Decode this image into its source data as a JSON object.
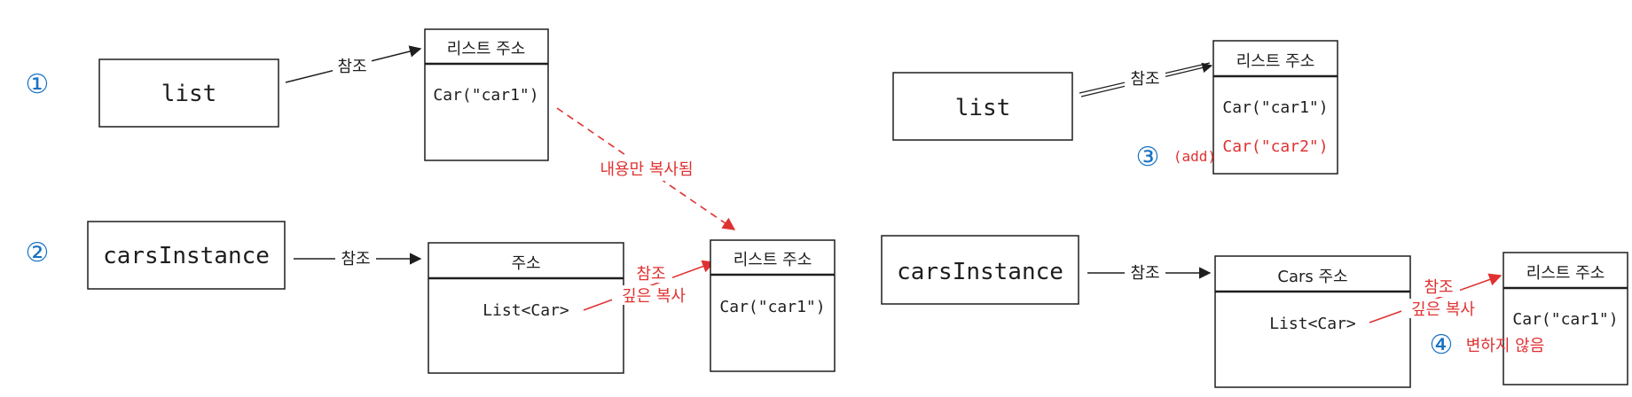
{
  "left": {
    "step1": "①",
    "step2": "②",
    "list_label": "list",
    "cars_label": "carsInstance",
    "ref1": "참조",
    "ref2": "참조",
    "list_box_title": "리스트 주소",
    "list_box_item": "Car(\"car1\")",
    "copied_note": "내용만 복사됨",
    "addr_box_title": "주소",
    "addr_box_item": "List<Car>",
    "deep_ref": "참조",
    "deep_copy": "깊은 복사",
    "copy_box_title": "리스트 주소",
    "copy_box_item": "Car(\"car1\")"
  },
  "right": {
    "list_label": "list",
    "cars_label": "carsInstance",
    "ref1": "참조",
    "ref2": "참조",
    "list_box_title": "리스트 주소",
    "list_box_item1": "Car(\"car1\")",
    "list_box_item2": "Car(\"car2\")",
    "step3": "③",
    "add_note": "(add)",
    "cars_box_title": "Cars 주소",
    "cars_box_item": "List<Car>",
    "deep_ref": "참조",
    "deep_copy": "깊은 복사",
    "copy_box_title": "리스트 주소",
    "copy_box_item": "Car(\"car1\")",
    "step4": "④",
    "unchanged_note": "변하지 않음"
  },
  "colors": {
    "ink": "#1e1e1e",
    "accent_red": "#e03131",
    "step_blue": "#1971c2"
  }
}
